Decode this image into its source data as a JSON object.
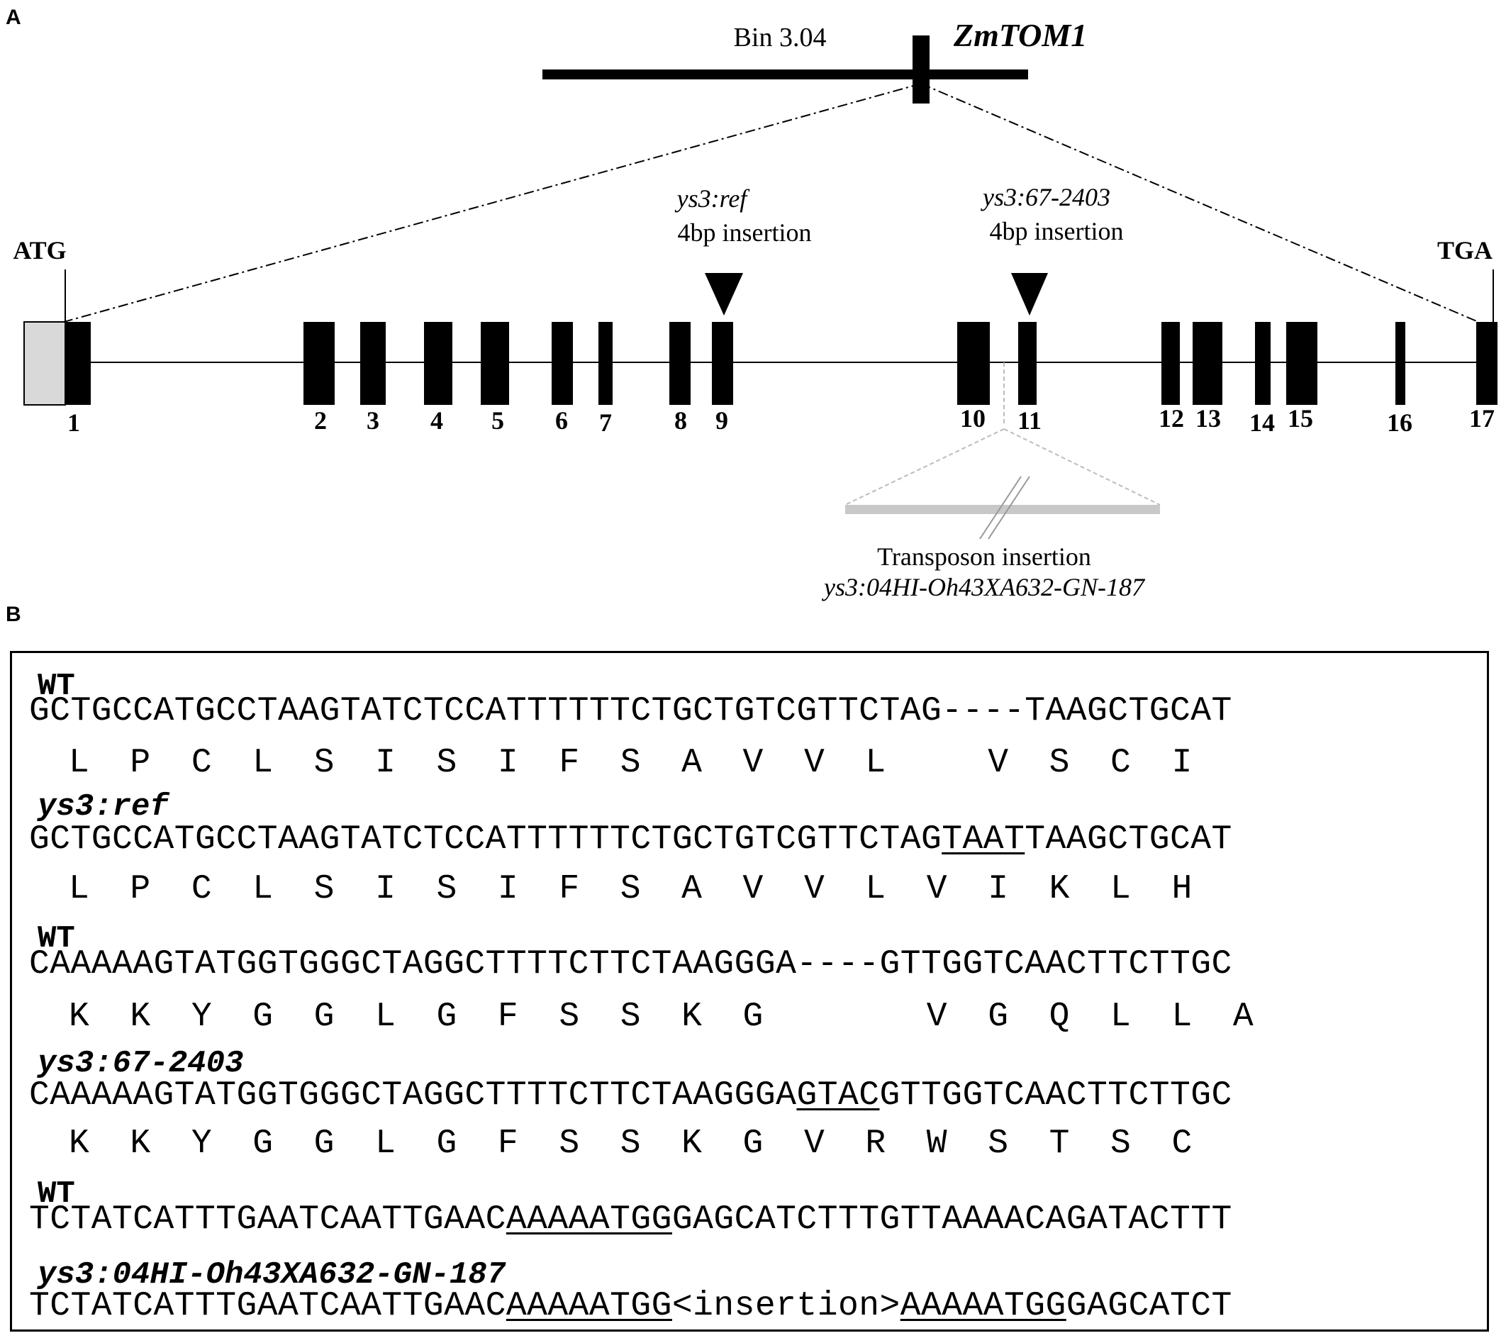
{
  "panels": {
    "a": "A",
    "b": "B"
  },
  "genome": {
    "bin_label": "Bin 3.04",
    "gene_name": "ZmTOM1",
    "start_codon": "ATG",
    "stop_codon": "TGA"
  },
  "exons": [
    "1",
    "2",
    "3",
    "4",
    "5",
    "6",
    "7",
    "8",
    "9",
    "10",
    "11",
    "12",
    "13",
    "14",
    "15",
    "16",
    "17"
  ],
  "mutations": {
    "ref": {
      "allele": "ys3:ref",
      "desc": "4bp insertion"
    },
    "m67": {
      "allele": "ys3:67-2403",
      "desc": "4bp insertion"
    },
    "transposon": {
      "desc": "Transposon insertion",
      "allele": "ys3:04HI-Oh43XA632-GN-187"
    }
  },
  "sequences": {
    "block1": {
      "wt_label": "WT",
      "wt_seq_a": "GCTGCCATGCCTAAGTATCTCCATTTTTTCTGCTGTCGTTCTAG----TAAGCTGCAT",
      "wt_aa": "L  P  C  L  S  I  S  I  F  S  A  V  V  L     V  S  C  I",
      "mut_label": "ys3:ref",
      "mut_seq_a": "GCTGCCATGCCTAAGTATCTCCATTTTTTCTGCTGTCGTTCTAG",
      "mut_seq_u": "TAAT",
      "mut_seq_b": "TAAGCTGCAT",
      "mut_aa": "L  P  C  L  S  I  S  I  F  S  A  V  V  L  V  I  K  L  H"
    },
    "block2": {
      "wt_label": "WT",
      "wt_seq_a": "CAAAAAGTATGGTGGGCTAGGCTTTTCTTCTAAGGGA----GTTGGTCAACTTCTTGC",
      "wt_aa": "K  K  Y  G  G  L  G  F  S  S  K  G        V  G  Q  L  L  A",
      "mut_label": "ys3:67-2403",
      "mut_seq_a": "CAAAAAGTATGGTGGGCTAGGCTTTTCTTCTAAGGGA",
      "mut_seq_u": "GTAC",
      "mut_seq_b": "GTTGGTCAACTTCTTGC",
      "mut_aa": "K  K  Y  G  G  L  G  F  S  S  K  G  V  R  W  S  T  S  C"
    },
    "block3": {
      "wt_label": "WT",
      "wt_seq_a": "TCTATCATTTGAATCAATTGAAC",
      "wt_seq_u": "AAAAATGG",
      "wt_seq_b": "GAGCATCTTTGTTAAAACAGATACTTT",
      "mut_label": "ys3:04HI-Oh43XA632-GN-187",
      "mut_seq_a": "TCTATCATTTGAATCAATTGAAC",
      "mut_seq_u1": "AAAAATGG",
      "mut_seq_mid": "<insertion>",
      "mut_seq_u2": "AAAAATGG",
      "mut_seq_b": "GAGCATCT"
    }
  }
}
